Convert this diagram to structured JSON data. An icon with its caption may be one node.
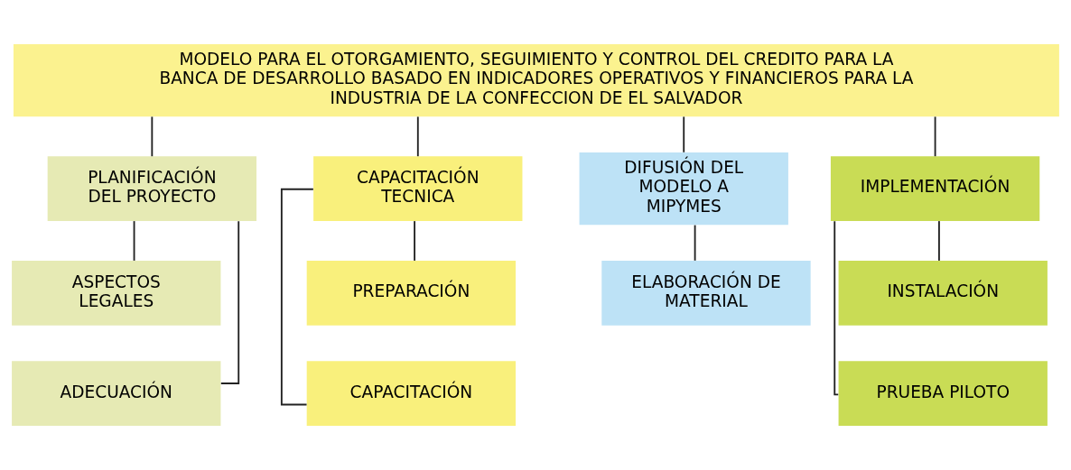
{
  "diagram": {
    "nodes": [
      {
        "text": [
          "MODELO PARA EL OTORGAMIENTO, SEGUIMIENTO Y CONTROL DEL CREDITO PARA LA BANCA DE DESARROLLO BASADO EN INDICADORES OPERATIVOS Y FINANCIEROS PARA LA INDUSTRIA DE LA CONFECCION DE EL SALVADOR"
        ]
      },
      {
        "text": [
          "PLANIFICACIÓN DEL PROYECTO"
        ]
      },
      {
        "text": [
          "CAPACITACIÓN TECNICA"
        ]
      },
      {
        "text": [
          "DIFUSIÓN DEL MODELO A MIPYMES"
        ]
      },
      {
        "text": [
          "IMPLEMENTACIÓN"
        ]
      },
      {
        "text": [
          "ASPECTOS LEGALES"
        ]
      },
      {
        "text": [
          "ADECUACIÓN"
        ]
      },
      {
        "text": [
          "PREPARACIÓN"
        ]
      },
      {
        "text": [
          "CAPACITACIÓN"
        ]
      },
      {
        "text": [
          "ELABORACIÓN DE MATERIAL"
        ]
      },
      {
        "text": [
          "INSTALACIÓN"
        ]
      },
      {
        "text": [
          "PRUEBA PILOTO"
        ]
      }
    ],
    "edges": [
      {
        "from": 0,
        "to": 1,
        "arrow": "none"
      },
      {
        "from": 0,
        "to": 2,
        "arrow": "none"
      },
      {
        "from": 0,
        "to": 3,
        "arrow": "none"
      },
      {
        "from": 0,
        "to": 4,
        "arrow": "none"
      },
      {
        "from": 1,
        "to": 5,
        "arrow": "none"
      },
      {
        "from": 1,
        "to": 6,
        "arrow": "none"
      },
      {
        "from": 2,
        "to": 7,
        "arrow": "none"
      },
      {
        "from": 2,
        "to": 8,
        "arrow": "none"
      },
      {
        "from": 3,
        "to": 9,
        "arrow": "none"
      },
      {
        "from": 4,
        "to": 10,
        "arrow": "none"
      },
      {
        "from": 4,
        "to": 11,
        "arrow": "none"
      }
    ]
  }
}
